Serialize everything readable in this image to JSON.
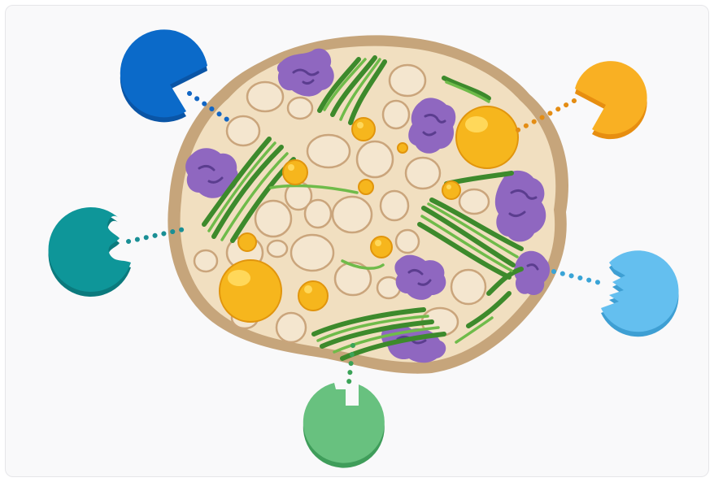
{
  "diagram": {
    "description_visible_text": [],
    "colors": {
      "panel_bg": "#f9f9fa",
      "matrix_bg": "#f1dfc0",
      "matrix_border": "#c6a57b",
      "cell_fill": "#f4e6cf",
      "cell_outline": "#caa57c",
      "fiber_dark": "#3d8a2c",
      "fiber_light": "#6fbb4a",
      "purple_blob": "#8f67c0",
      "purple_dark": "#5b3d8f",
      "yellow_dot": "#f6b61d",
      "yellow_highlight": "#ffd85a"
    },
    "enzymes": [
      {
        "id": "blue-enzyme",
        "color": "#0b6ac9",
        "shade": "#0a55a6",
        "dot_color": "#1266c4",
        "shape": "wedge-notch"
      },
      {
        "id": "orange-enzyme",
        "color": "#f9b023",
        "shade": "#e78e10",
        "dot_color": "#e48d14",
        "shape": "wedge-notch"
      },
      {
        "id": "teal-enzyme",
        "color": "#0e9699",
        "shade": "#0b7a7d",
        "dot_color": "#1a8f95",
        "shape": "round-notch"
      },
      {
        "id": "skyblue-enzyme",
        "color": "#64bfef",
        "shade": "#3e9fd3",
        "dot_color": "#3aa4d6",
        "shape": "zigzag-notch"
      },
      {
        "id": "green-enzyme",
        "color": "#68c17f",
        "shade": "#3f9d5a",
        "dot_color": "#3ba357",
        "shape": "square-notch"
      }
    ]
  }
}
